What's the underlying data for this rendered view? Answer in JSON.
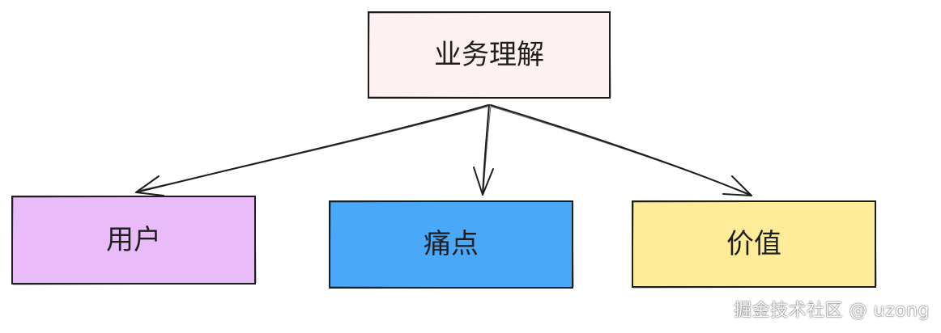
{
  "diagram": {
    "root": {
      "label": "业务理解",
      "fill": "#fdf1f1"
    },
    "children": [
      {
        "label": "用户",
        "fill": "#e9bcf9"
      },
      {
        "label": "痛点",
        "fill": "#4aa8f8"
      },
      {
        "label": "价值",
        "fill": "#ffec99"
      }
    ],
    "stroke_color": "#1e1e1e"
  },
  "watermark": {
    "text": "掘金技术社区 @ uzong"
  }
}
